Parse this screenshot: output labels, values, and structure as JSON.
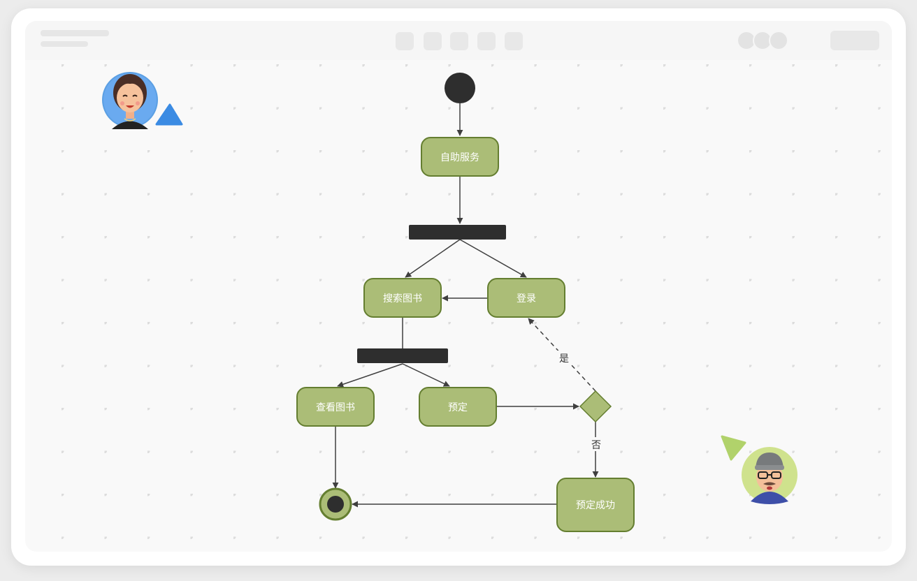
{
  "colors": {
    "node_fill": "#abbd77",
    "node_stroke": "#647e30",
    "edge": "#3f3f3f",
    "bar": "#2e2e2e",
    "cursor_blue": "#3b8be3",
    "cursor_green": "#b1d26b"
  },
  "toolbar": {
    "tool_icons": [
      "tool-icon-1",
      "tool-icon-2",
      "tool-icon-3",
      "tool-icon-4",
      "tool-icon-5"
    ],
    "presence_icons": [
      "presence-avatar-1",
      "presence-avatar-2",
      "presence-avatar-3"
    ]
  },
  "diagram": {
    "nodes": {
      "self_service": "自助服务",
      "search_books": "搜索图书",
      "login": "登录",
      "view_books": "查看图书",
      "reserve": "预定",
      "reserve_success": "预定成功"
    },
    "edges": {
      "yes": "是",
      "no": "否"
    }
  },
  "collaborators": [
    {
      "name": "collaborator-avatar-woman",
      "cursor": "blue-cursor-icon"
    },
    {
      "name": "collaborator-avatar-man",
      "cursor": "green-cursor-icon"
    }
  ]
}
